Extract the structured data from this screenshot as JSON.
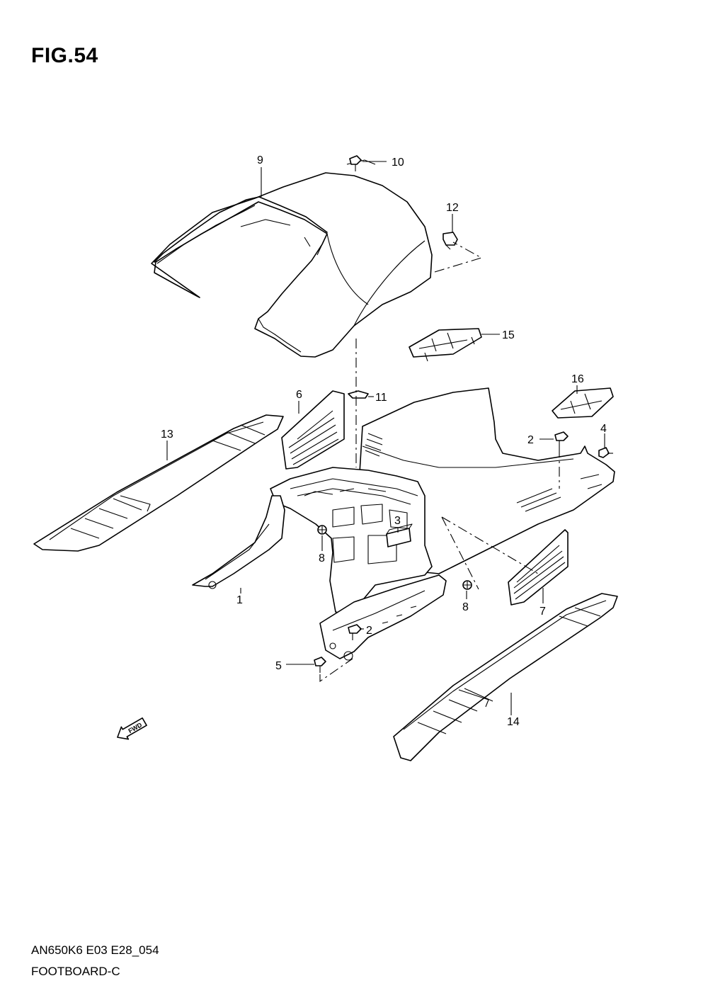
{
  "figure": {
    "title": "FIG.54",
    "code": "AN650K6 E03 E28_054",
    "name": "FOOTBOARD-C"
  },
  "fwd_label": "FWD",
  "callouts": [
    "1",
    "2",
    "2",
    "3",
    "4",
    "5",
    "6",
    "7",
    "8",
    "8",
    "9",
    "10",
    "11",
    "12",
    "13",
    "14",
    "15",
    "16"
  ]
}
